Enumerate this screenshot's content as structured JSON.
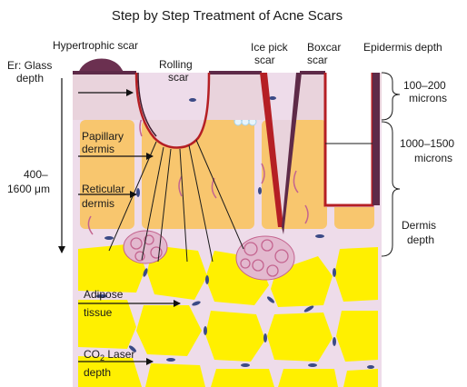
{
  "title": "Step by Step Treatment of Acne Scars",
  "scars": {
    "hypertrophic": "Hypertrophic scar",
    "rolling_l1": "Rolling",
    "rolling_l2": "scar",
    "icepick_l1": "Ice pick",
    "icepick_l2": "scar",
    "boxcar_l1": "Boxcar",
    "boxcar_l2": "scar"
  },
  "left_labels": {
    "er_glass_l1": "Er: Glass",
    "er_glass_l2": "depth",
    "depth_l1": "400–",
    "depth_l2": "1600 μm",
    "papillary_l1": "Papillary",
    "papillary_l2": "dermis",
    "reticular_l1": "Reticular",
    "reticular_l2": "dermis",
    "adipose_l1": "Adipose",
    "adipose_l2": "tissue",
    "co2_prefix": "CO",
    "co2_sub": "2",
    "co2_suffix": " Laser",
    "co2_l2": "depth"
  },
  "right_labels": {
    "epidermis_depth": "Epidermis depth",
    "microns_100_l1": "100–200",
    "microns_100_l2": "microns",
    "microns_1000_l1": "1000–1500",
    "microns_1000_l2": "microns",
    "dermis_l1": "Dermis",
    "dermis_l2": "depth"
  },
  "colors": {
    "epidermis": "#e9d3dc",
    "dermis": "#f8c66e",
    "fat": "#fff000",
    "septa": "#eedcea",
    "scar_red": "#b51f24",
    "hypertrophic": "#6b3050",
    "surface": "#5e2a48",
    "cell": "#3b4a86",
    "vessel": "#c4648f",
    "cyst": "#a6d3ea"
  }
}
